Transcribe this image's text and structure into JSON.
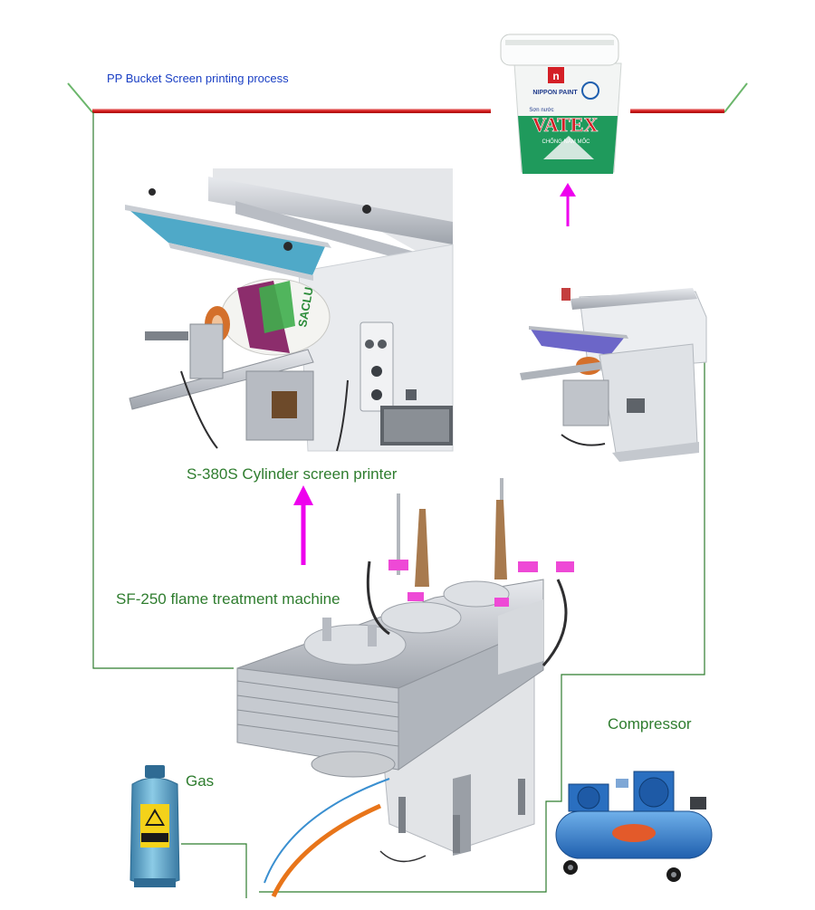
{
  "colors": {
    "title_text": "#1a3fc4",
    "label_text": "#2f7d2f",
    "connector": "#2f7d2f",
    "arrow": "#ee00ee",
    "banner_red": "#d81e1e",
    "banner_green": "#6bb66b",
    "bucket_green": "#1f9a5c",
    "brand_red": "#d41f26",
    "cylinder_blue": "#4fa9c8",
    "metal": "#c8ccd2",
    "hose_orange": "#e8751a",
    "hose_blue": "#3a8fd0"
  },
  "diagram": {
    "title": "PP Bucket Screen printing process",
    "labels": {
      "printer": "S-380S Cylinder screen printer",
      "flame": "SF-250 flame treatment machine",
      "compressor": "Compressor",
      "gas": "Gas"
    },
    "bucket_print": {
      "brand": "NIPPON PAINT",
      "product": "VATEX",
      "tagline": "CHỐNG NẤM MỐC",
      "top_line": "Sơn nước"
    },
    "drum_print": "SACLU"
  }
}
